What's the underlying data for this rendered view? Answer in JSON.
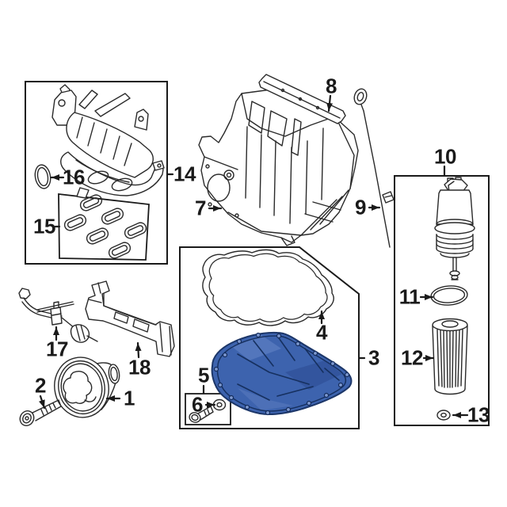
{
  "diagram": {
    "kind": "exploded-engine-parts-diagram",
    "background": "#ffffff",
    "line_color": "#2a2a2a",
    "label_color": "#1a1a1a",
    "highlight_part": {
      "number": "3",
      "fill": "#3d63ae",
      "stroke": "#1c3668",
      "facet_light": "#5b7cc0",
      "facet_dark": "#2e4f95",
      "hole_fill": "#7d99d0"
    },
    "parts": [
      {
        "number": "1"
      },
      {
        "number": "2"
      },
      {
        "number": "3"
      },
      {
        "number": "4"
      },
      {
        "number": "5"
      },
      {
        "number": "6"
      },
      {
        "number": "7"
      },
      {
        "number": "8"
      },
      {
        "number": "9"
      },
      {
        "number": "10"
      },
      {
        "number": "11"
      },
      {
        "number": "12"
      },
      {
        "number": "13"
      },
      {
        "number": "14"
      },
      {
        "number": "15"
      },
      {
        "number": "16"
      },
      {
        "number": "17"
      },
      {
        "number": "18"
      }
    ]
  }
}
